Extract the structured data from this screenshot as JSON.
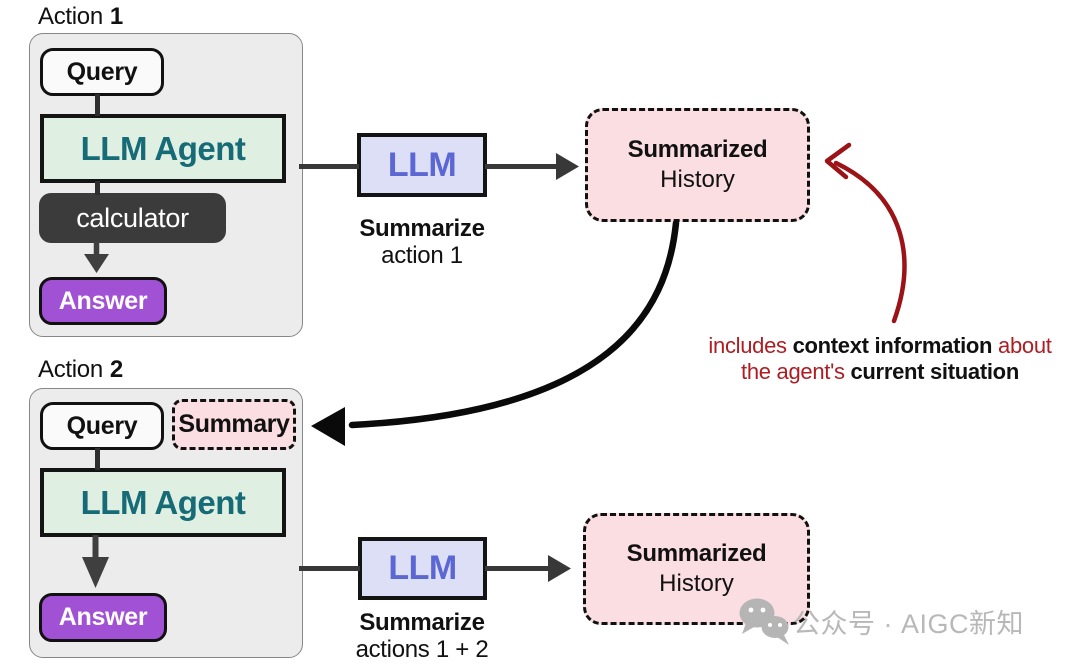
{
  "action1": {
    "label": "Action",
    "number": "1",
    "query": "Query",
    "agent": "LLM Agent",
    "tool": "calculator",
    "answer": "Answer"
  },
  "flow1": {
    "llm": "LLM",
    "caption_bold": "Summarize",
    "caption_detail": "action 1",
    "result_bold": "Summarized",
    "result_detail": "History"
  },
  "action2": {
    "label": "Action",
    "number": "2",
    "query": "Query",
    "summary": "Summary",
    "agent": "LLM Agent",
    "answer": "Answer"
  },
  "flow2": {
    "llm": "LLM",
    "caption_bold": "Summarize",
    "caption_detail": "actions 1 + 2",
    "result_bold": "Summarized",
    "result_detail": "History"
  },
  "annotation": {
    "seg1": "includes ",
    "seg2": "context information",
    "seg3": " about",
    "seg4": "the agent's ",
    "seg5": "current situation"
  },
  "watermark": {
    "label": "公众号 · AIGC新知"
  },
  "colors": {
    "agent_fill": "#dfefe2",
    "agent_text": "#176b76",
    "llm_fill": "#dcdff6",
    "llm_text": "#5b67d2",
    "pink_fill": "#fbdee2",
    "tool_fill": "#3b3b3b",
    "answer_fill": "#a152d4",
    "annotation_red": "#ad1d22",
    "arrow_red": "#9b1217",
    "watermark_gray": "#b8b8b8"
  }
}
